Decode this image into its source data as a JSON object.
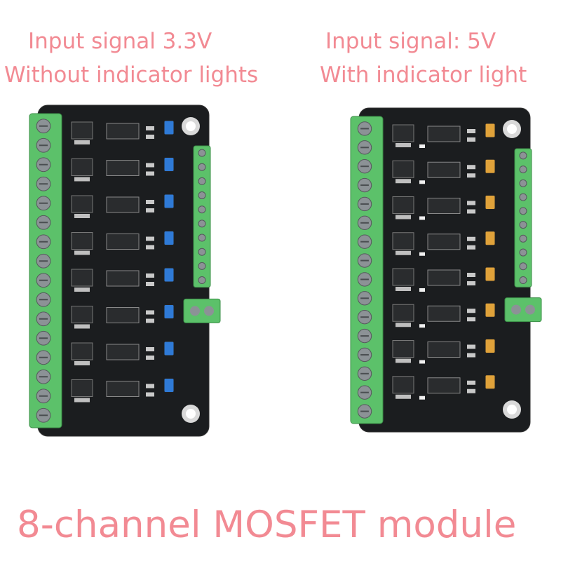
{
  "left_caption": {
    "line1": "Input signal 3.3V",
    "line2": "Without indicator lights"
  },
  "right_caption": {
    "line1": "Input signal: 5V",
    "line2": "With indicator light"
  },
  "bottom_title": "8-channel MOSFET module",
  "boards": {
    "left": {
      "jumper_color": "#2f7ad6",
      "indicator_lights": false
    },
    "right": {
      "jumper_color": "#e0a23a",
      "indicator_lights": true
    }
  },
  "colors": {
    "caption": "#f28a93",
    "pcb": "#1b1d1f",
    "terminal": "#5cc16a"
  }
}
